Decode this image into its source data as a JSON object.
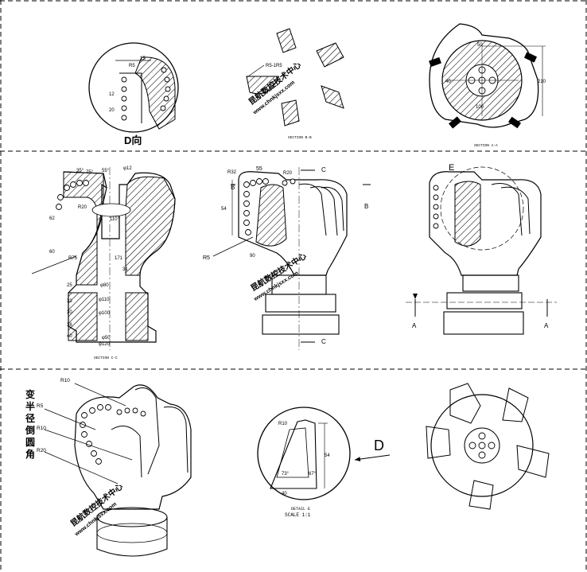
{
  "frame": {
    "line_color": "#000000",
    "background": "#ffffff"
  },
  "watermark": {
    "text": "昆航数控技术中心",
    "url": "www.chnkjsxx.com",
    "color": "#1a1a8c"
  },
  "top_row": {
    "view_d": {
      "caption": "D向",
      "dims": {
        "d15": "15",
        "r5": "R5",
        "n12": "12",
        "n20": "20"
      }
    },
    "section_b": {
      "caption": "SECTION B-B",
      "dim": "R5-1R5"
    },
    "section_a": {
      "caption": "SECTION A-A",
      "dims": {
        "d50": "50",
        "d210": "210",
        "d100": "100",
        "d40": "40"
      }
    }
  },
  "middle_row": {
    "section_c": {
      "caption": "SECTION C-C",
      "dims": {
        "a1": "35°",
        "a2": "75°",
        "a3": "55°",
        "a4": "φ12",
        "r20": "R20",
        "a5": "110°",
        "r75": "R75",
        "d171": "171",
        "d62": "62",
        "d60": "60",
        "d31": "31",
        "phi80": "φ80",
        "phi110": "φ110",
        "phi100": "φ100",
        "phi50": "φ50",
        "phi120": "φ120",
        "d25": "25",
        "d33": "33",
        "d30": "30",
        "d38": "38",
        "d40": "40"
      }
    },
    "front_view": {
      "labels": {
        "b_left": "B",
        "b_right": "B",
        "c_top": "C",
        "c_bottom": "C"
      },
      "dims": {
        "r32": "R32",
        "d55": "55",
        "r20": "R20",
        "d54": "54",
        "r5": "R5",
        "d90": "90"
      }
    },
    "side_view": {
      "labels": {
        "e": "E",
        "a_left": "A",
        "a_right": "A"
      }
    }
  },
  "bottom_row": {
    "iso": {
      "note_chars": [
        "变",
        "半",
        "径",
        "倒",
        "圆",
        "角"
      ],
      "radii": {
        "r10_top": "R10",
        "r5": "R5",
        "r10": "R10",
        "r20": "R20"
      }
    },
    "detail_e": {
      "caption_line1": "DETAIL E",
      "caption_line2": "SCALE 1:1",
      "dims": {
        "r10": "R10",
        "d54": "54",
        "a73": "73°",
        "a67": "67°",
        "d40": "40"
      }
    },
    "arrow_label": "D"
  }
}
